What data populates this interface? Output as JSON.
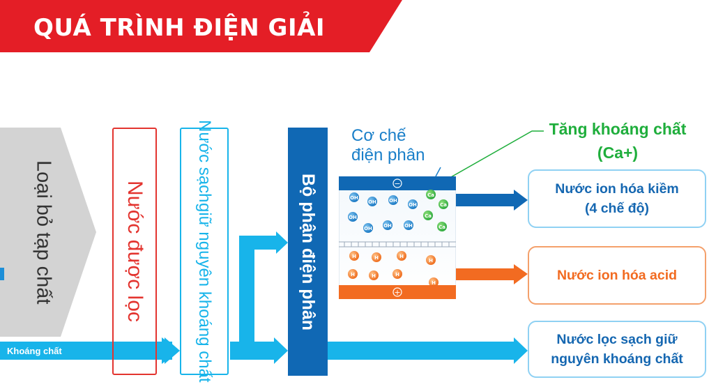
{
  "header": {
    "title": "QUÁ TRÌNH ĐIỆN GIẢI",
    "banner_color": "#e41e26"
  },
  "stages": {
    "remove_impurities": "Loại bỏ tạp chất",
    "filtered_water": "Nước được lọc",
    "clean_water_line1": "Nước sạch",
    "clean_water_line2": "giữ nguyên khoáng chất",
    "electrolysis_unit": "Bộ phận điện phân"
  },
  "mechanism": {
    "label_line1": "Cơ chế",
    "label_line2": "điện phân",
    "cathode_sign": "−",
    "anode_sign": "+",
    "ions": {
      "hydroxide": "OH",
      "calcium": "Ca",
      "hydrogen": "H"
    }
  },
  "annotation": {
    "line1": "Tăng khoáng chất",
    "line2": "(Ca+)"
  },
  "outputs": {
    "alkaline_line1": "Nước ion hóa kiềm",
    "alkaline_line2": "(4 chế độ)",
    "acid": "Nước ion hóa acid",
    "clean_line1": "Nước lọc sạch giữ",
    "clean_line2": "nguyên khoáng chất"
  },
  "input": {
    "mineral_tag": "Khoáng chất"
  },
  "colors": {
    "red": "#e41e26",
    "light_blue": "#18b4ea",
    "dark_blue": "#1068b4",
    "orange": "#f26b21",
    "green": "#1fae3c",
    "gray": "#d3d3d3"
  }
}
